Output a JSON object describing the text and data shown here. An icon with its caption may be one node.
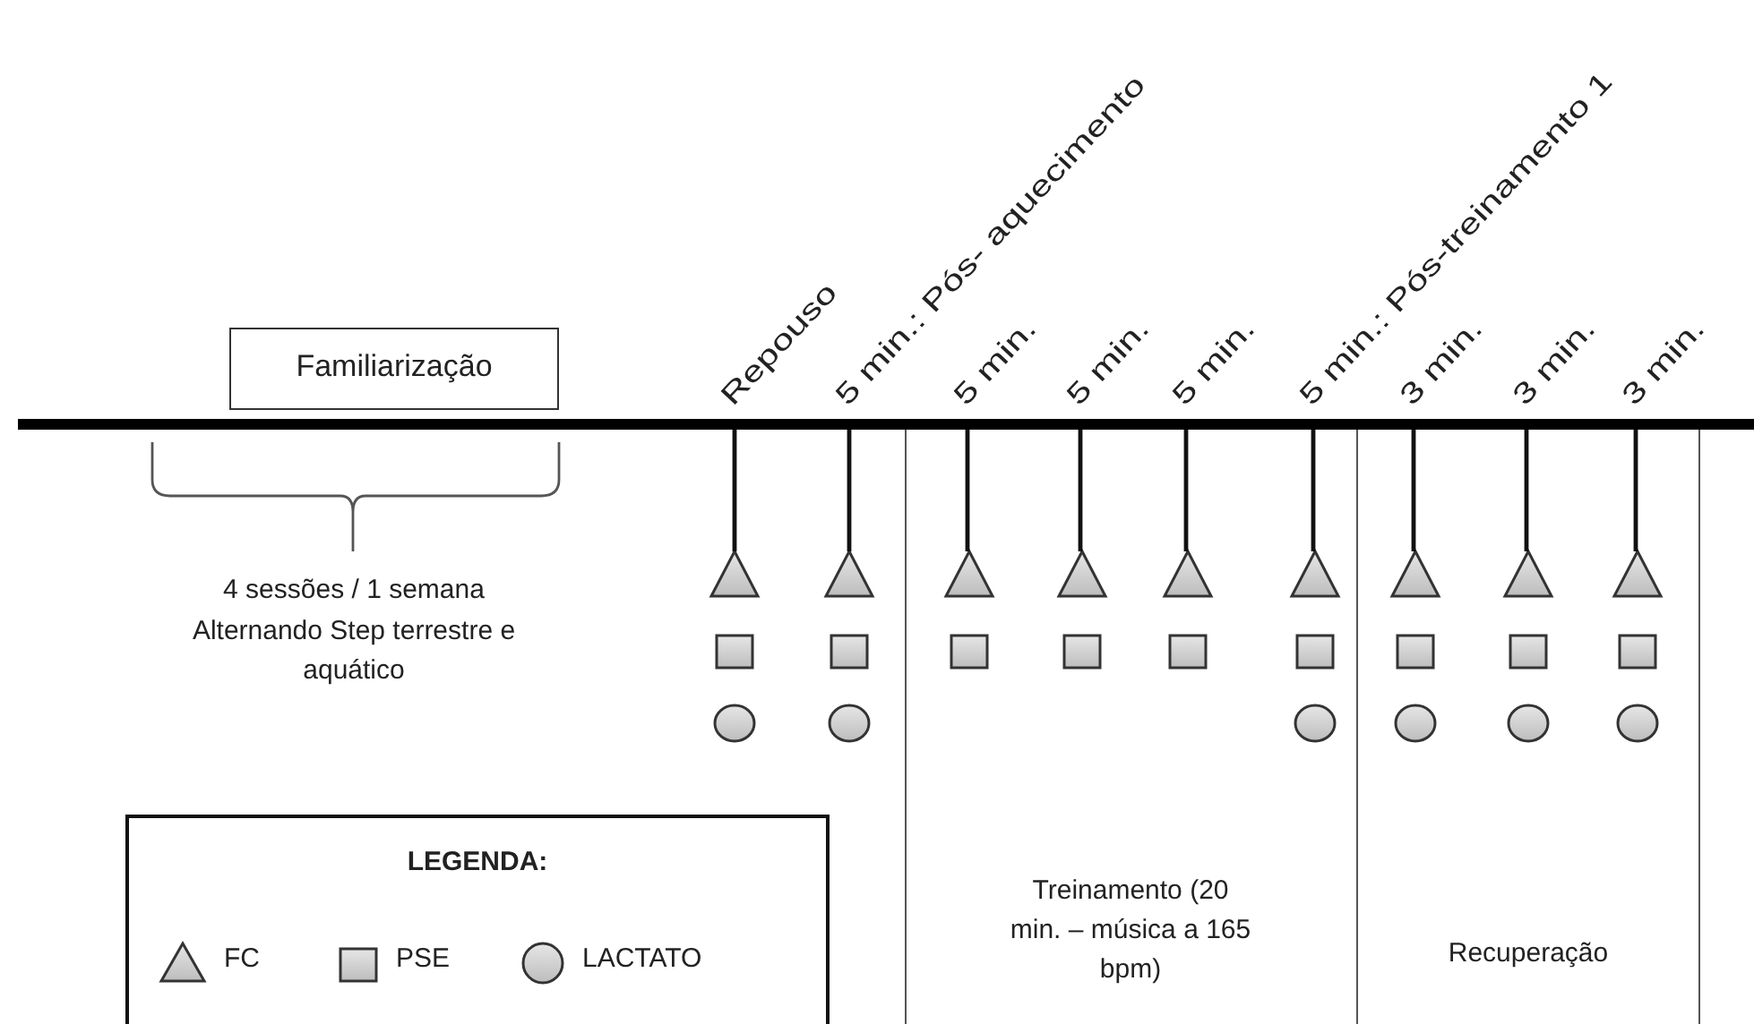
{
  "diagram": {
    "nodes": [
      {
        "text": [
          "Familiarização"
        ]
      },
      {
        "text": [],
        "shape": "bar"
      },
      {
        "text": [
          "Treinamento (20 min. – música a 165 bpm)"
        ]
      },
      {
        "text": [
          "Recuperação"
        ]
      },
      {
        "text": [
          "LEGENDA:"
        ]
      },
      {
        "text": [],
        "shape": "triangle"
      },
      {
        "text": [],
        "shape": "triangle"
      },
      {
        "text": [],
        "shape": "triangle",
        "in": 2
      },
      {
        "text": [],
        "shape": "triangle",
        "in": 2
      },
      {
        "text": [],
        "shape": "triangle",
        "in": 2
      },
      {
        "text": [],
        "shape": "triangle",
        "in": 2
      },
      {
        "text": [],
        "shape": "triangle",
        "in": 3
      },
      {
        "text": [],
        "shape": "triangle",
        "in": 3
      },
      {
        "text": [],
        "shape": "triangle",
        "in": 3
      },
      {
        "text": [],
        "shape": "box"
      },
      {
        "text": [],
        "shape": "box"
      },
      {
        "text": [],
        "shape": "box",
        "in": 2
      },
      {
        "text": [],
        "shape": "box",
        "in": 2
      },
      {
        "text": [],
        "shape": "box",
        "in": 2
      },
      {
        "text": [],
        "shape": "box",
        "in": 2
      },
      {
        "text": [],
        "shape": "box",
        "in": 3
      },
      {
        "text": [],
        "shape": "box",
        "in": 3
      },
      {
        "text": [],
        "shape": "box",
        "in": 3
      },
      {
        "text": [],
        "shape": "circle"
      },
      {
        "text": [],
        "shape": "circle"
      },
      {
        "text": [],
        "shape": "circle",
        "in": 2
      },
      {
        "text": [],
        "shape": "circle",
        "in": 3
      },
      {
        "text": [],
        "shape": "circle",
        "in": 3
      },
      {
        "text": [],
        "shape": "circle",
        "in": 3
      }
    ],
    "edges": [
      {
        "from": 1,
        "to": 5,
        "arrow": "none"
      },
      {
        "from": 1,
        "to": 6,
        "arrow": "none"
      },
      {
        "from": 1,
        "to": 7,
        "arrow": "none"
      },
      {
        "from": 1,
        "to": 8,
        "arrow": "none"
      },
      {
        "from": 1,
        "to": 9,
        "arrow": "none"
      },
      {
        "from": 1,
        "to": 10,
        "arrow": "none"
      },
      {
        "from": 1,
        "to": 11,
        "arrow": "none"
      },
      {
        "from": 1,
        "to": 12,
        "arrow": "none"
      },
      {
        "from": 1,
        "to": 13,
        "arrow": "none"
      }
    ],
    "labels": [
      "4 sessões / 1 semana Alternando Step terrestre e aquático",
      "Repouso",
      "5 min.: Pós- aquecimento",
      "5 min.",
      "5 min.",
      "5 min.",
      "5 min.: Pós-treinamento 1",
      "3 min.",
      "3 min.",
      "3 min."
    ],
    "legend": [
      {
        "text": "FC"
      },
      {
        "text": "PSE"
      },
      {
        "text": "LACTATO"
      }
    ]
  }
}
